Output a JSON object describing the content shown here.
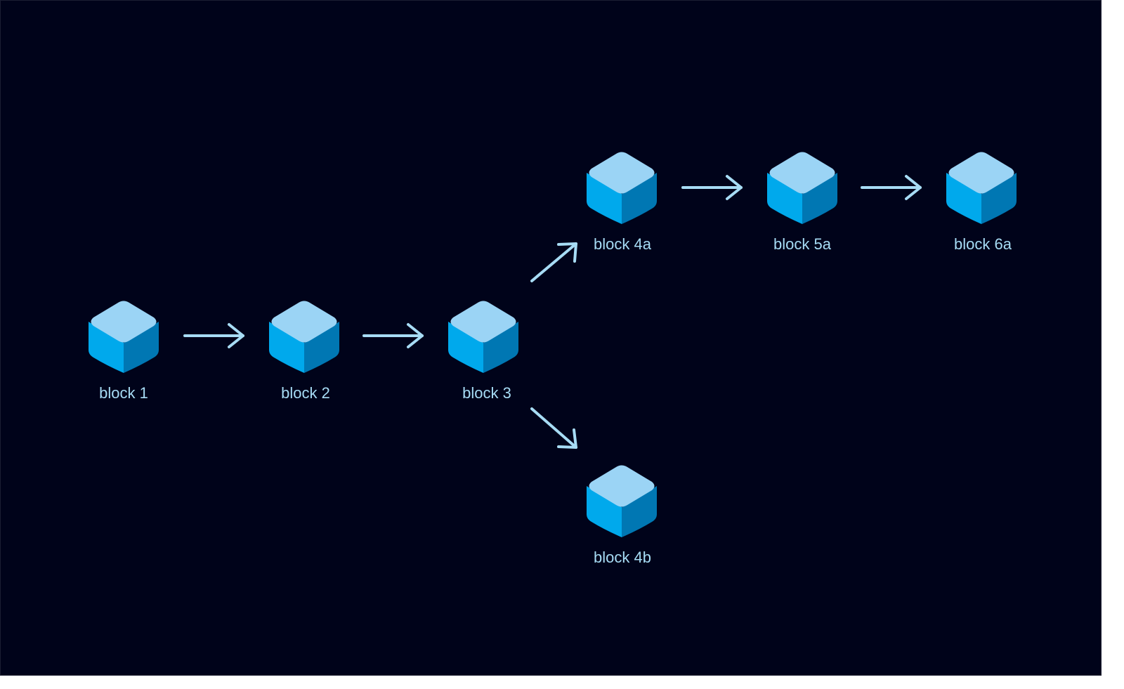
{
  "diagram": {
    "colors": {
      "background": "#00031a",
      "cube_top": "#9bd4f5",
      "cube_front": "#00a9ec",
      "cube_side": "#0077b3",
      "arrow": "#a7dcf5",
      "label": "#a7dcf5"
    },
    "icon": "cube-icon",
    "blocks": [
      {
        "id": "b1",
        "label": "block 1"
      },
      {
        "id": "b2",
        "label": "block 2"
      },
      {
        "id": "b3",
        "label": "block 3"
      },
      {
        "id": "b4a",
        "label": "block 4a"
      },
      {
        "id": "b5a",
        "label": "block 5a"
      },
      {
        "id": "b6a",
        "label": "block 6a"
      },
      {
        "id": "b4b",
        "label": "block 4b"
      }
    ],
    "connections": [
      {
        "from": "b1",
        "to": "b2"
      },
      {
        "from": "b2",
        "to": "b3"
      },
      {
        "from": "b3",
        "to": "b4a"
      },
      {
        "from": "b3",
        "to": "b4b"
      },
      {
        "from": "b4a",
        "to": "b5a"
      },
      {
        "from": "b5a",
        "to": "b6a"
      }
    ]
  }
}
